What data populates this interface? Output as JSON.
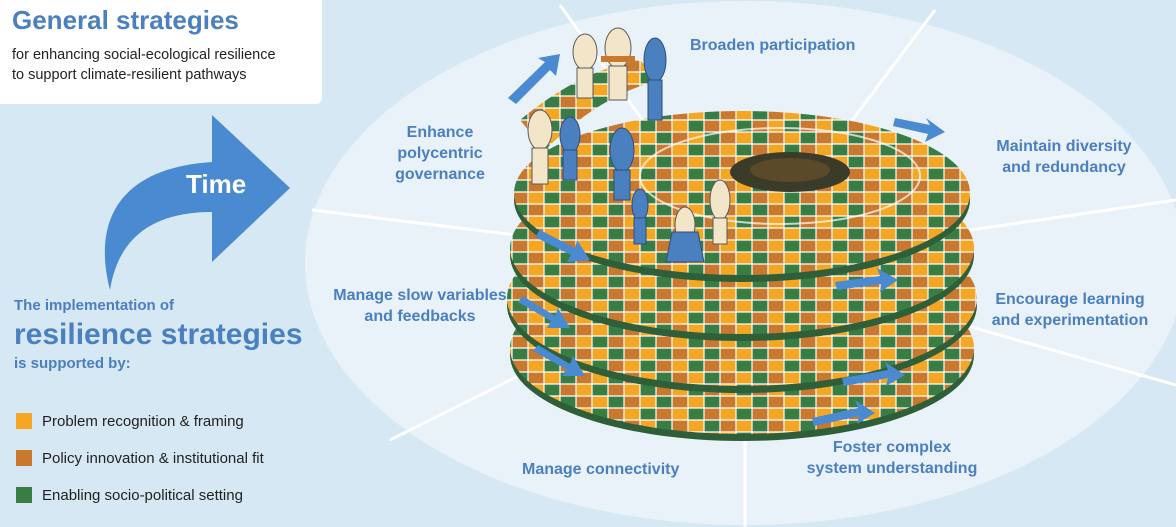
{
  "header": {
    "title": "General strategies",
    "subtitle_line1": "for enhancing social-ecological resilience",
    "subtitle_line2": "to support climate-resilient pathways"
  },
  "time_label": "Time",
  "implementation": {
    "intro": "The implementation of",
    "highlight": "resilience strategies",
    "tail": "is supported by:"
  },
  "legend": [
    {
      "label": "Problem recognition & framing",
      "color": "#f5a623"
    },
    {
      "label": "Policy innovation & institutional fit",
      "color": "#c8792e"
    },
    {
      "label": "Enabling socio-political setting",
      "color": "#3a7d44"
    }
  ],
  "strategies": {
    "broaden": "Broaden participation",
    "diversity_1": "Maintain diversity",
    "diversity_2": "and redundancy",
    "learning_1": "Encourage learning",
    "learning_2": "and experimentation",
    "complex_1": "Foster complex",
    "complex_2": "system understanding",
    "connectivity": "Manage connectivity",
    "slow_1": "Manage slow variables",
    "slow_2": "and feedbacks",
    "poly_1": "Enhance",
    "poly_2": "polycentric",
    "poly_3": "governance"
  },
  "colors": {
    "accent": "#4a7fc0",
    "background": "#d6e8f3",
    "ellipse": "#e9f2f9"
  }
}
